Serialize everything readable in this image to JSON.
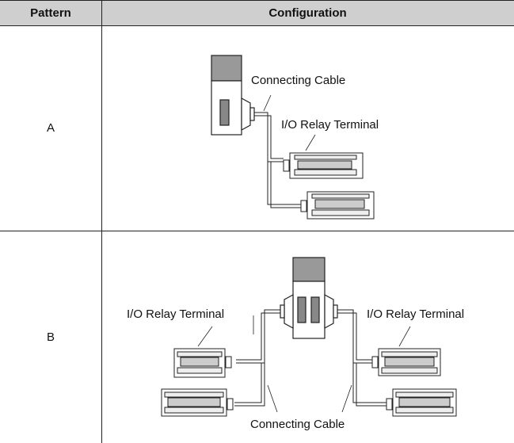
{
  "table": {
    "headers": [
      "Pattern",
      "Configuration"
    ],
    "rows": [
      {
        "pattern": "A",
        "labels": {
          "cable": "Connecting Cable",
          "terminal": "I/O Relay Terminal"
        }
      },
      {
        "pattern": "B",
        "labels": {
          "terminal_left": "I/O Relay Terminal",
          "terminal_right": "I/O Relay Terminal",
          "cable": "Connecting Cable"
        }
      }
    ]
  },
  "colors": {
    "header_bg": "#cfcfcf",
    "line": "#222222",
    "module_top": "#999999",
    "module_slot": "#888888"
  }
}
